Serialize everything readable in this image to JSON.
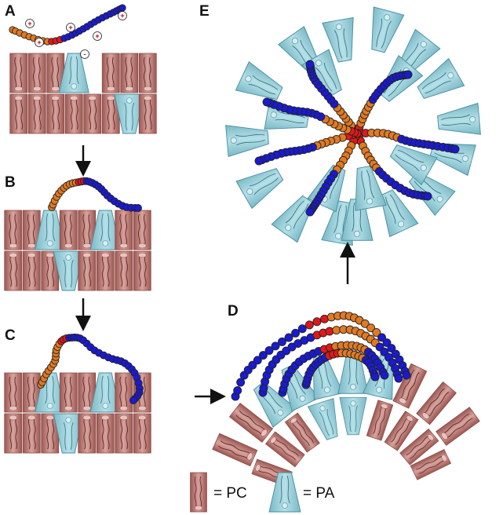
{
  "panel_labels": {
    "a": "A",
    "b": "B",
    "c": "C",
    "d": "D",
    "e": "E"
  },
  "legend": {
    "pc_text": "= PC",
    "pa_text": "= PA"
  },
  "charges": {
    "positive": "+",
    "negative": "-"
  },
  "colors": {
    "pc_fill": "#b56f69",
    "pc_dark": "#8c4a46",
    "pc_light": "#d9aaa5",
    "pa_fill": "#8cc9d4",
    "pa_stroke": "#4a8fa0",
    "blue": "#1a1ad0",
    "orange": "#e07a22",
    "red": "#e01818",
    "bead_stroke": "#222222",
    "arrow": "#111111"
  }
}
